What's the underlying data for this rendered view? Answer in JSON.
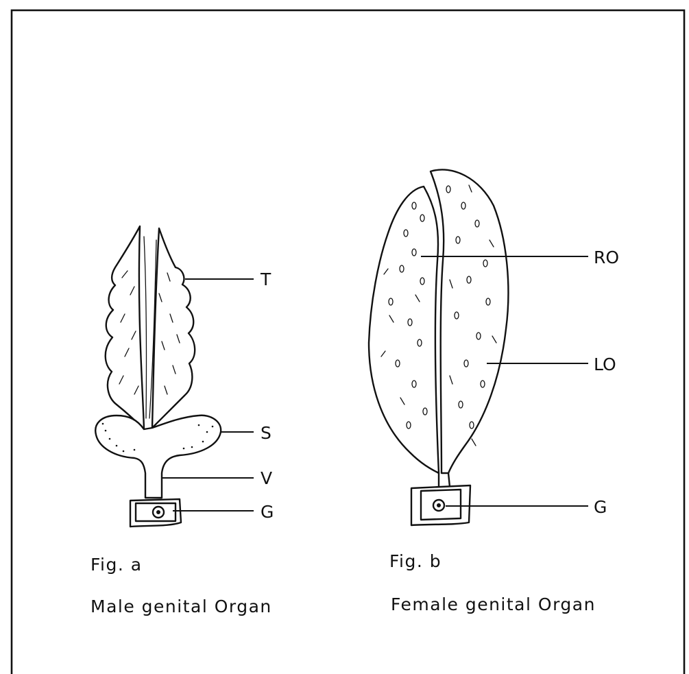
{
  "figures": [
    {
      "id": "a",
      "label": "Fig. a",
      "caption": "Male genital Organ",
      "parts": {
        "T": "T",
        "S": "S",
        "V": "V",
        "G": "G"
      }
    },
    {
      "id": "b",
      "label": "Fig. b",
      "caption": "Female genital Organ",
      "parts": {
        "RO": "RO",
        "LO": "LO",
        "G": "G"
      }
    }
  ]
}
